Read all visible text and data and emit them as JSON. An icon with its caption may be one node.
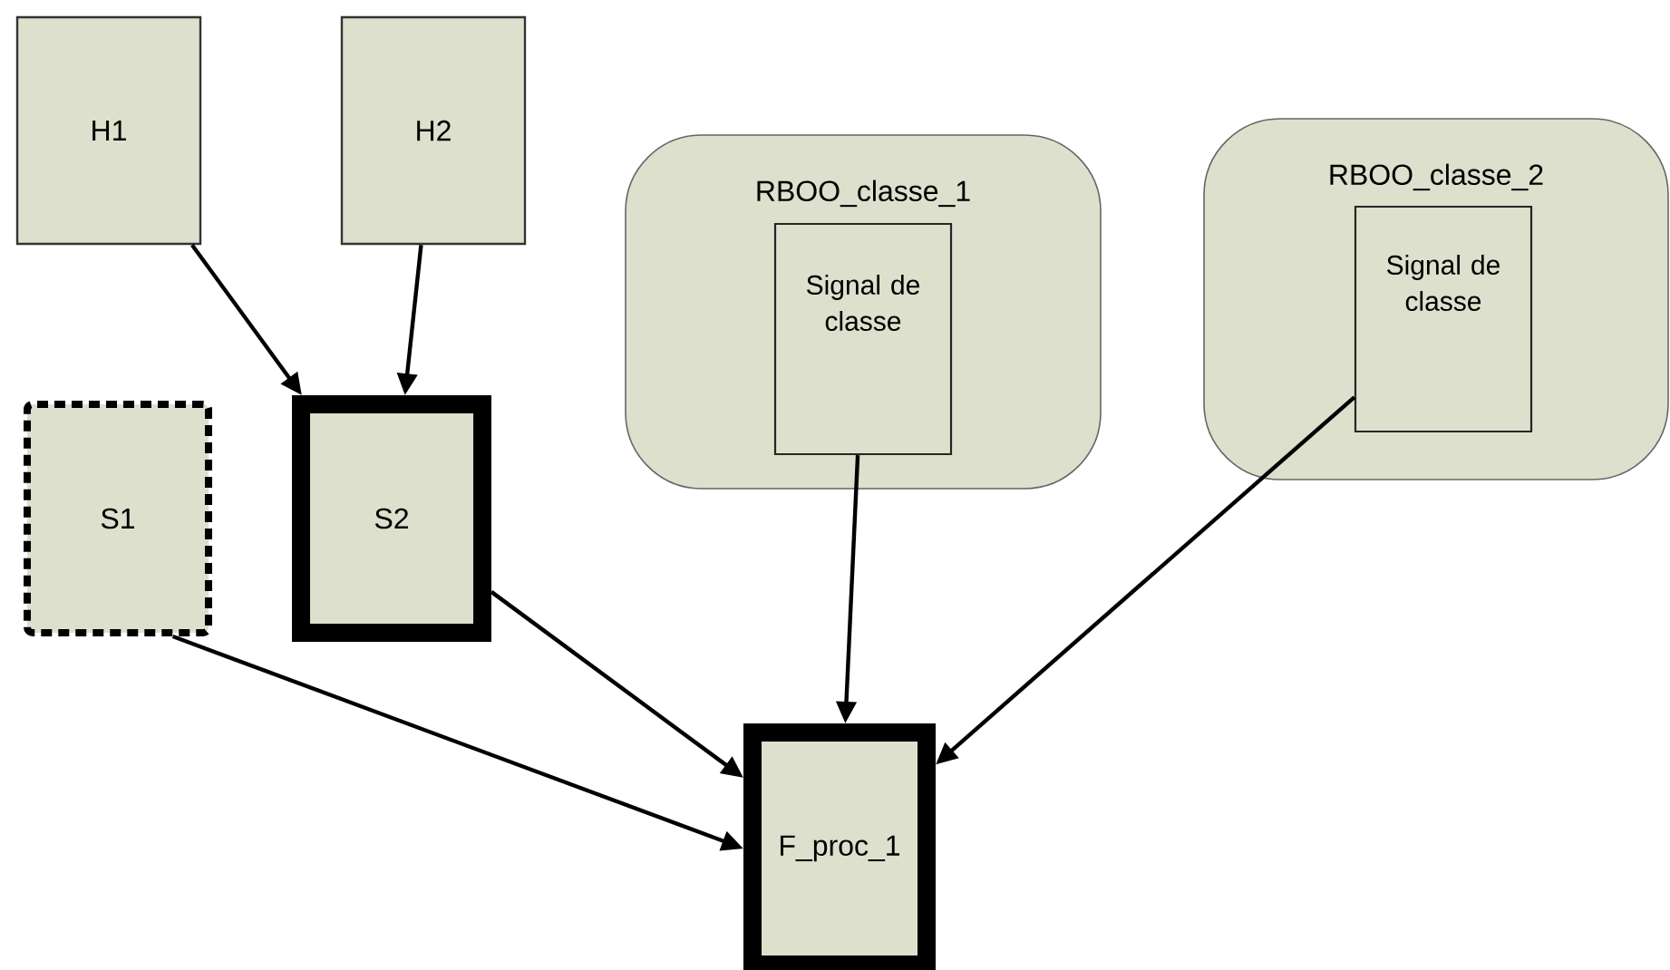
{
  "diagram": {
    "nodes": [
      {
        "text": [
          "H1"
        ]
      },
      {
        "text": [
          "H2"
        ]
      },
      {
        "text": [
          "S1"
        ]
      },
      {
        "text": [
          "S2"
        ]
      },
      {
        "text": [
          "RBOO_classe_1"
        ]
      },
      {
        "text": [
          "Signal de classe"
        ],
        "in": 4
      },
      {
        "text": [
          "RBOO_classe_2"
        ]
      },
      {
        "text": [
          "Signal de classe"
        ],
        "in": 6
      },
      {
        "text": [
          "F_proc_1"
        ]
      }
    ],
    "edges": [
      {
        "from": 0,
        "to": 3,
        "arrow": "to"
      },
      {
        "from": 1,
        "to": 3,
        "arrow": "to"
      },
      {
        "from": 3,
        "to": 8,
        "arrow": "to"
      },
      {
        "from": 5,
        "to": 8,
        "arrow": "to"
      },
      {
        "from": 7,
        "to": 8,
        "arrow": "to"
      },
      {
        "from": 2,
        "to": 8,
        "arrow": "to"
      }
    ]
  }
}
